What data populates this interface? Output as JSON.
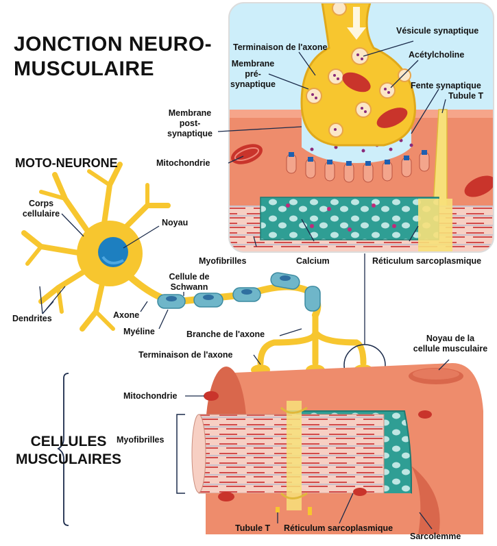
{
  "title": [
    "JONCTION NEURO-",
    "MUSCULAIRE"
  ],
  "sections": {
    "motoneurone": "MOTO-NEURONE",
    "cellules": [
      "CELLULES",
      "MUSCULAIRES"
    ]
  },
  "labels": {
    "terminaison_axone_top": "Terminaison de l'axone",
    "vesicule": "Vésicule synaptique",
    "acetylcholine": "Acétylcholine",
    "membrane_pre": [
      "Membrane",
      "pré-",
      "synaptique"
    ],
    "fente": "Fente synaptique",
    "tubule_t_top": "Tubule T",
    "membrane_post": [
      "Membrane",
      "post-",
      "synaptique"
    ],
    "mitochondrie_top": "Mitochondrie",
    "myofibrilles_top": "Myofibrilles",
    "calcium": "Calcium",
    "reticulum_top": "Réticulum sarcoplasmique",
    "corps_cellulaire": [
      "Corps",
      "cellulaire"
    ],
    "noyau": "Noyau",
    "cellule_schwann": [
      "Cellule de",
      "Schwann"
    ],
    "dendrites": "Dendrites",
    "axone": "Axone",
    "myeline": "Myéline",
    "branche_axone": "Branche de l'axone",
    "terminaison_axone_bottom": "Terminaison de l'axone",
    "noyau_cellule_musculaire": [
      "Noyau de la",
      "cellule musculaire"
    ],
    "mitochondrie_bottom": "Mitochondrie",
    "myofibrilles_bottom": "Myofibrilles",
    "tubule_t_bottom": "Tubule T",
    "reticulum_bottom": "Réticulum sarcoplasmique",
    "sarcolemme": "Sarcolemme"
  },
  "colors": {
    "neuron": "#f7c62f",
    "neuron_dark": "#e0a91b",
    "nucleus": "#1d7fc0",
    "myelin": "#6fb6c9",
    "muscle": "#ee8c6c",
    "muscle_dark": "#cf5b44",
    "reticulum": "#2f9e94",
    "mito": "#c9342b",
    "inset_bg": "#cdeefa"
  }
}
